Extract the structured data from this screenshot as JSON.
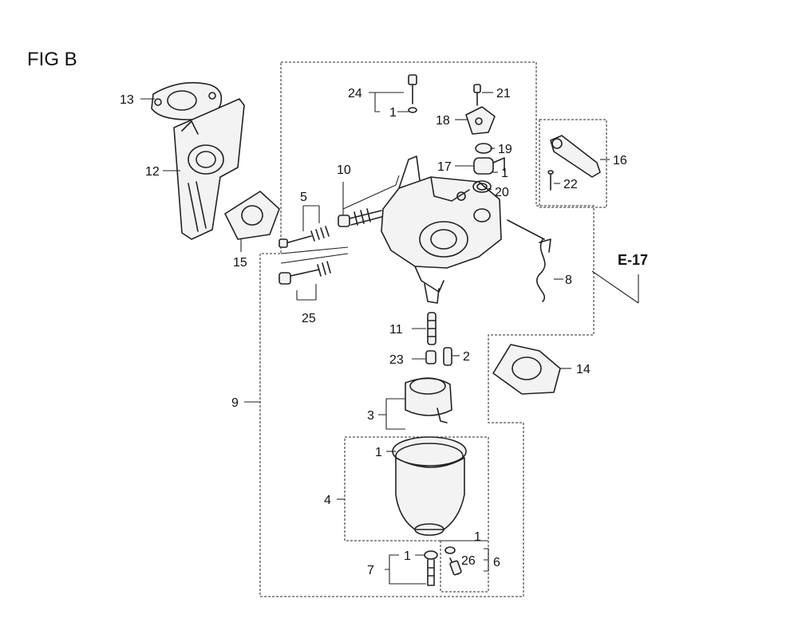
{
  "figure": {
    "title": "FIG B",
    "reference": "E-17"
  },
  "callouts": {
    "c1a": "1",
    "c1b": "1",
    "c1c": "1",
    "c1d": "1",
    "c1e": "1",
    "c2": "2",
    "c3": "3",
    "c4": "4",
    "c5": "5",
    "c6": "6",
    "c7": "7",
    "c8": "8",
    "c9": "9",
    "c10": "10",
    "c11": "11",
    "c12": "12",
    "c13": "13",
    "c14": "14",
    "c15": "15",
    "c16": "16",
    "c17": "17",
    "c18": "18",
    "c19": "19",
    "c20": "20",
    "c21": "21",
    "c22": "22",
    "c23": "23",
    "c24": "24",
    "c25": "25",
    "c26": "26"
  }
}
